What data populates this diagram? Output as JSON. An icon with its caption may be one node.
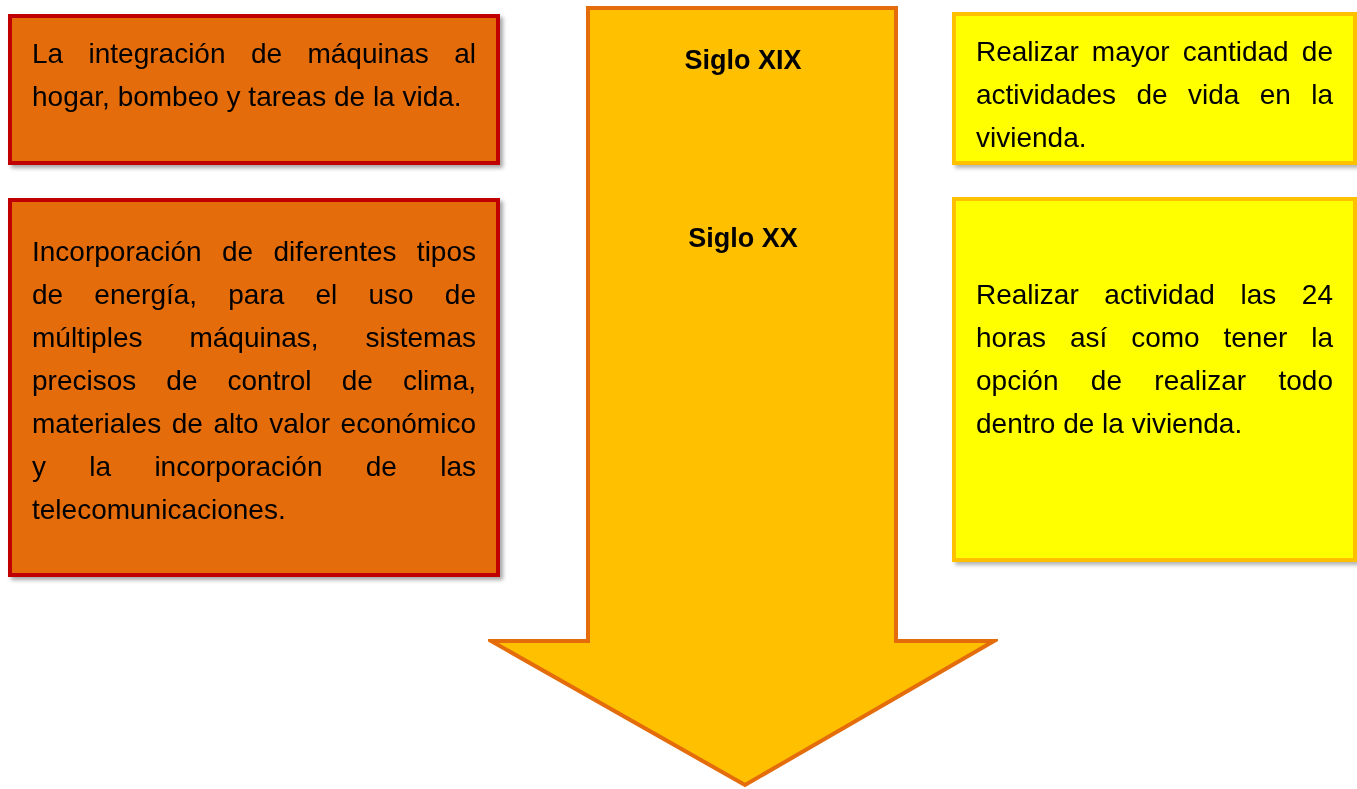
{
  "diagram": {
    "nodes": [
      {
        "text": [
          "La integración de máquinas al hogar, bombeo y tareas de la vida."
        ]
      },
      {
        "text": [
          "Incorporación de diferentes tipos de energía, para el uso de múltiples máquinas, sistemas precisos de control de clima, materiales de alto valor económico y la incorporación de las telecomunicaciones."
        ]
      },
      {
        "text": [
          "Siglo XIX",
          "Siglo XX"
        ]
      },
      {
        "text": [
          "Realizar mayor cantidad de actividades de vida en la vivienda."
        ]
      },
      {
        "text": [
          "Realizar actividad las 24 horas así como tener la opción de realizar todo dentro de la vivienda."
        ]
      }
    ]
  }
}
